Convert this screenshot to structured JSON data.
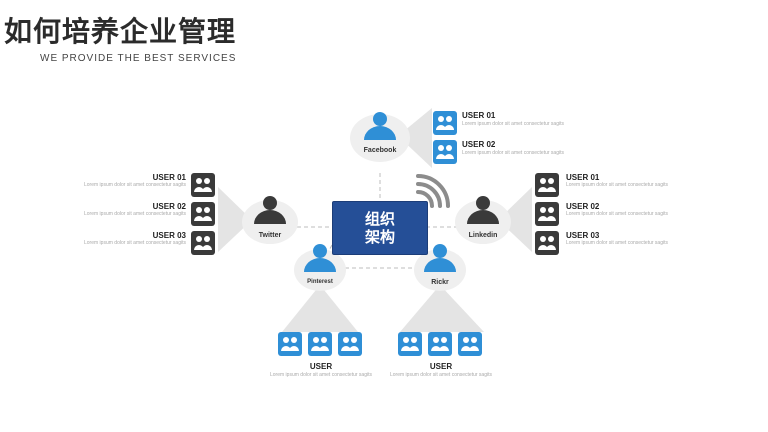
{
  "header": {
    "title": "如何培养企业管理",
    "subtitle": "WE PROVIDE THE BEST SERVICES"
  },
  "center": {
    "line1": "组织",
    "line2": "架构"
  },
  "nodes": {
    "facebook": {
      "label": "Facebook"
    },
    "twitter": {
      "label": "Twitter"
    },
    "linkedin": {
      "label": "Linkedin"
    },
    "pinterest": {
      "label": "Pinterest"
    },
    "flickr": {
      "label": "Rickr"
    }
  },
  "groups": {
    "facebook": {
      "items": [
        {
          "title": "USER 01",
          "desc": "Lorem ipsum dolor sit amet consectetur sagits"
        },
        {
          "title": "USER 02",
          "desc": "Lorem ipsum dolor sit amet consectetur sagits"
        }
      ]
    },
    "twitter": {
      "items": [
        {
          "title": "USER 01",
          "desc": "Lorem ipsum dolor sit amet consectetur sagits"
        },
        {
          "title": "USER 02",
          "desc": "Lorem ipsum dolor sit amet consectetur sagits"
        },
        {
          "title": "USER 03",
          "desc": "Lorem ipsum dolor sit amet consectetur sagits"
        }
      ]
    },
    "linkedin": {
      "items": [
        {
          "title": "USER 01",
          "desc": "Lorem ipsum dolor sit amet consectetur sagits"
        },
        {
          "title": "USER 02",
          "desc": "Lorem ipsum dolor sit amet consectetur sagits"
        },
        {
          "title": "USER 03",
          "desc": "Lorem ipsum dolor sit amet consectetur sagits"
        }
      ]
    },
    "pinterest": {
      "title": "USER",
      "desc": "Lorem ipsum dolor sit amet consectetur sagits"
    },
    "flickr": {
      "title": "USER",
      "desc": "Lorem ipsum dolor sit amet consectetur sagits"
    }
  },
  "colors": {
    "primary": "#254f97",
    "blue": "#2f8fd6",
    "dark": "#3a3a3a",
    "funnel": "#e4e4e4"
  },
  "icons": {
    "person": "person-icon",
    "group": "user-group-icon",
    "signal": "wifi-signal-icon"
  }
}
